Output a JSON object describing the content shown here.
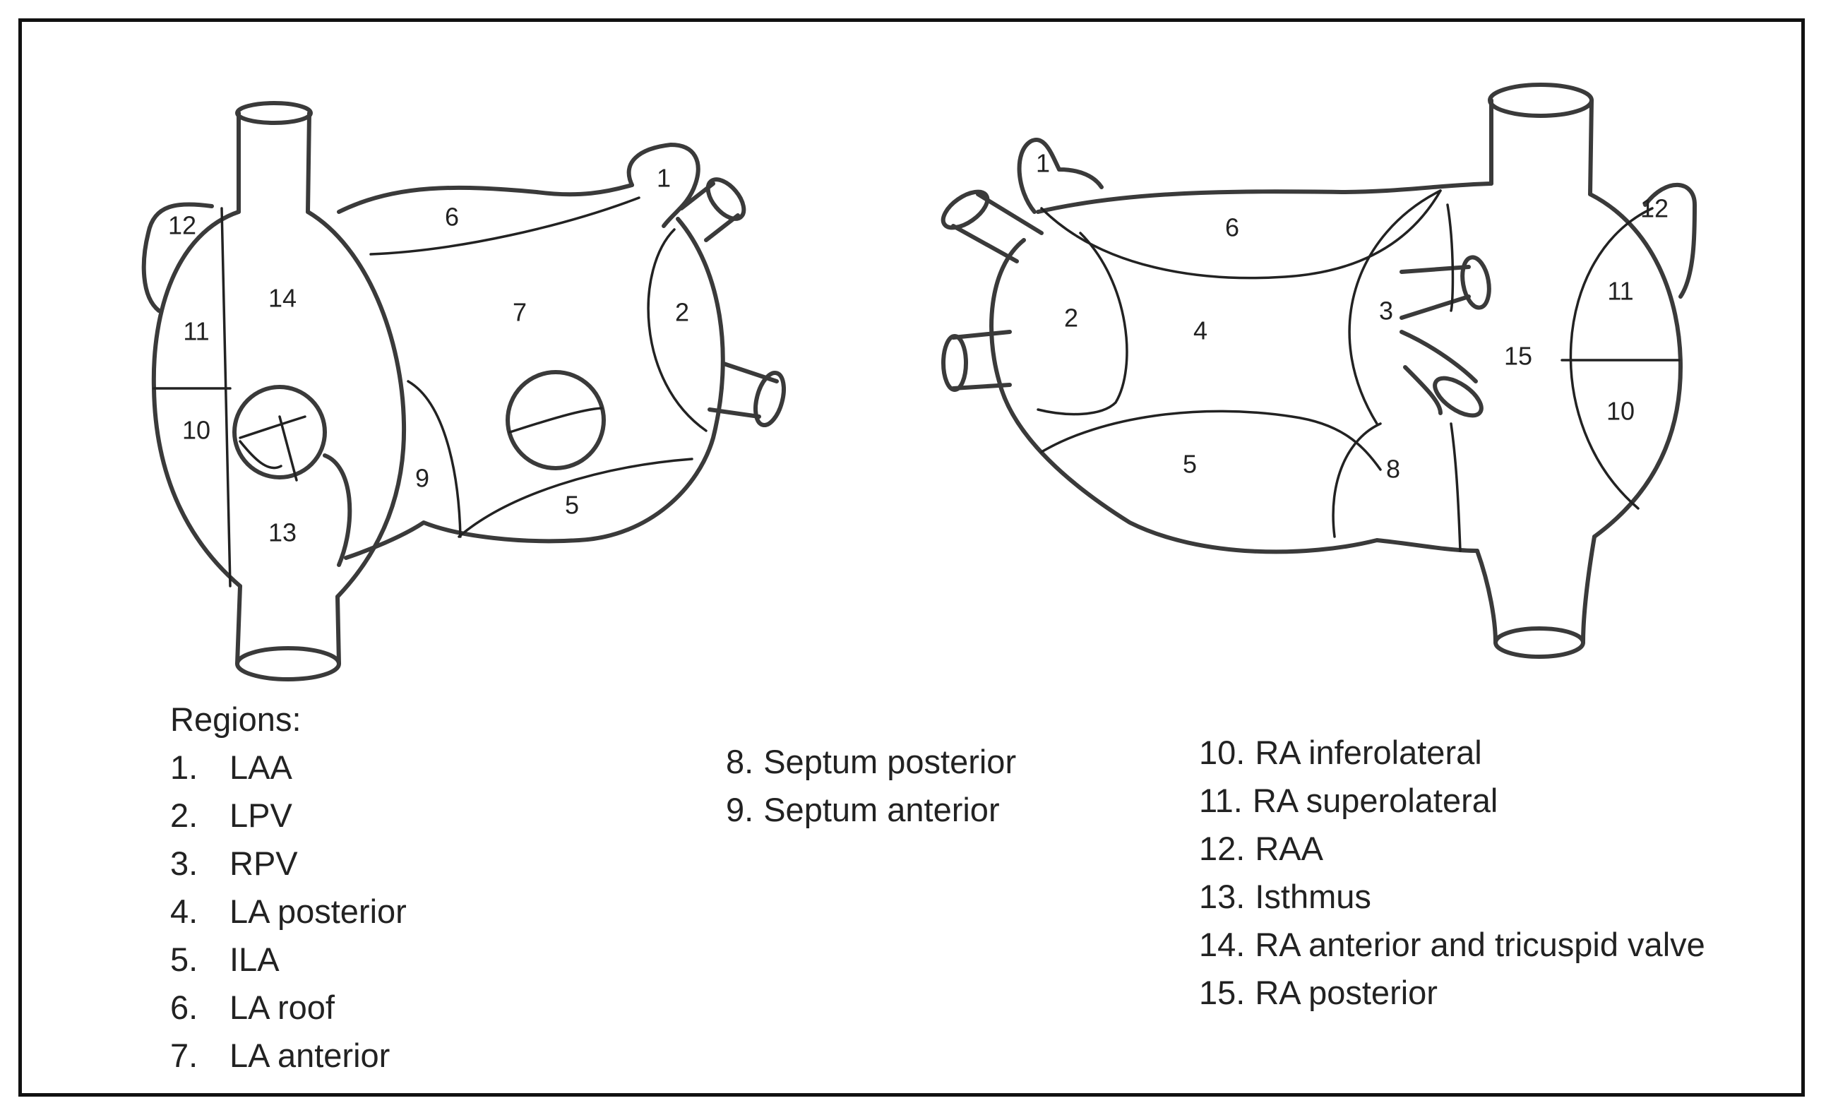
{
  "left_diagram_numbers": [
    "1",
    "2",
    "5",
    "6",
    "7",
    "9",
    "10",
    "11",
    "12",
    "13",
    "14"
  ],
  "right_diagram_numbers": [
    "1",
    "2",
    "3",
    "4",
    "5",
    "6",
    "8",
    "10",
    "11",
    "12",
    "15"
  ],
  "legend": {
    "title": "Regions:",
    "col1": [
      {
        "n": "1.",
        "label": "LAA"
      },
      {
        "n": "2.",
        "label": "LPV"
      },
      {
        "n": "3.",
        "label": "RPV"
      },
      {
        "n": "4.",
        "label": "LA posterior"
      },
      {
        "n": "5.",
        "label": "ILA"
      },
      {
        "n": "6.",
        "label": "LA roof"
      },
      {
        "n": "7.",
        "label": "LA anterior"
      }
    ],
    "col2": [
      {
        "n": "8.",
        "label": "Septum posterior"
      },
      {
        "n": "9.",
        "label": "Septum anterior"
      }
    ],
    "col3": [
      {
        "n": "10.",
        "label": "RA inferolateral"
      },
      {
        "n": "11.",
        "label": "RA superolateral"
      },
      {
        "n": "12.",
        "label": "RAA"
      },
      {
        "n": "13.",
        "label": "Isthmus"
      },
      {
        "n": "14.",
        "label": "RA anterior and tricuspid valve"
      },
      {
        "n": "15.",
        "label": "RA posterior"
      }
    ]
  }
}
